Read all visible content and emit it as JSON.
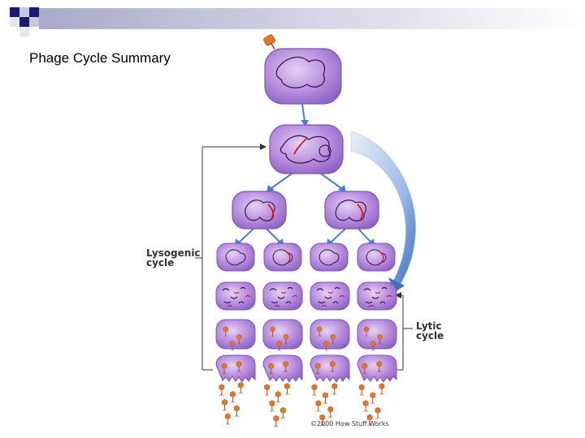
{
  "slide": {
    "title": "Phage Cycle Summary"
  },
  "diagram": {
    "lysogenic_label": [
      "Lysogenic",
      "cycle"
    ],
    "lytic_label": [
      "Lytic",
      "cycle"
    ],
    "credit": "©2000 How Stuff Works"
  },
  "colors": {
    "cell_fill": "#b98fde",
    "cell_edge": "#7d55b8",
    "viral_dna": "#d8182a",
    "host_dna": "#3b1a4a",
    "phage": "#e8742a",
    "arrow": "#4a7fd0"
  }
}
